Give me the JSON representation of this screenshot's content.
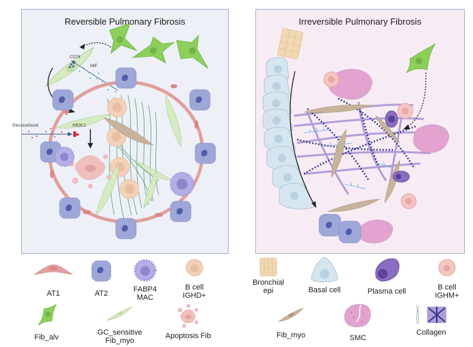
{
  "left_panel": {
    "title": "Reversible Pulmonary Fibrosis",
    "annotations": {
      "cd74": "CD74",
      "mif": "MIF",
      "glucocorticoid": "Glucocorticoid",
      "nr3c1": "NR3C1"
    }
  },
  "right_panel": {
    "title": "Irreversible Pulmonary Fibrosis"
  },
  "legend_left": [
    {
      "label": "AT1",
      "icon": "at1-cell-icon"
    },
    {
      "label": "AT2",
      "icon": "at2-cell-icon"
    },
    {
      "label": "FABP4\nMAC",
      "line1": "FABP4",
      "line2": "MAC",
      "icon": "fabp4-mac-icon"
    },
    {
      "label": "B cell\nIGHD+",
      "line1": "B cell",
      "line2": "IGHD+",
      "icon": "b-cell-ighd-icon"
    },
    {
      "label": "Fib_alv",
      "icon": "fib-alv-icon"
    },
    {
      "label": "GC_sensitive\nFib_myo",
      "line1": "GC_sensitive",
      "line2": "Fib_myo",
      "icon": "gc-sensitive-fib-myo-icon"
    },
    {
      "label": "Apoptosis Fib",
      "icon": "apoptosis-fib-icon"
    }
  ],
  "legend_right": [
    {
      "label": "Bronchial\nepi",
      "line1": "Bronchial",
      "line2": "epi",
      "icon": "bronchial-epi-icon"
    },
    {
      "label": "Basal cell",
      "icon": "basal-cell-icon"
    },
    {
      "label": "Plasma cell",
      "icon": "plasma-cell-icon"
    },
    {
      "label": "B cell\nIGHM+",
      "line1": "B cell",
      "line2": "IGHM+",
      "icon": "b-cell-ighm-icon"
    },
    {
      "label": "Fib_myo",
      "icon": "fib-myo-icon"
    },
    {
      "label": "SMC",
      "icon": "smc-icon"
    },
    {
      "label": "Collagen",
      "icon": "collagen-icon"
    }
  ],
  "colors": {
    "left_bg": "#eef0f8",
    "right_bg": "#f8ecf4",
    "border": "#a6add2",
    "fib_alv": "#8ccf5a",
    "gc_fib_myo": "#d6ebc2",
    "at2": "#9fa6d8",
    "fabp4_mac": "#b3aee6",
    "at1": "#e3a3a0",
    "b_cell_ighd": "#f2d1b8",
    "b_cell_ighm": "#f3c6c4",
    "fib_myo": "#c8b49c",
    "smc": "#e2a3cf",
    "basal": "#d6e6ef",
    "bronchial": "#f1d9b4",
    "collagen": "#7a6cc4",
    "plasma": "#8a6cc0"
  }
}
